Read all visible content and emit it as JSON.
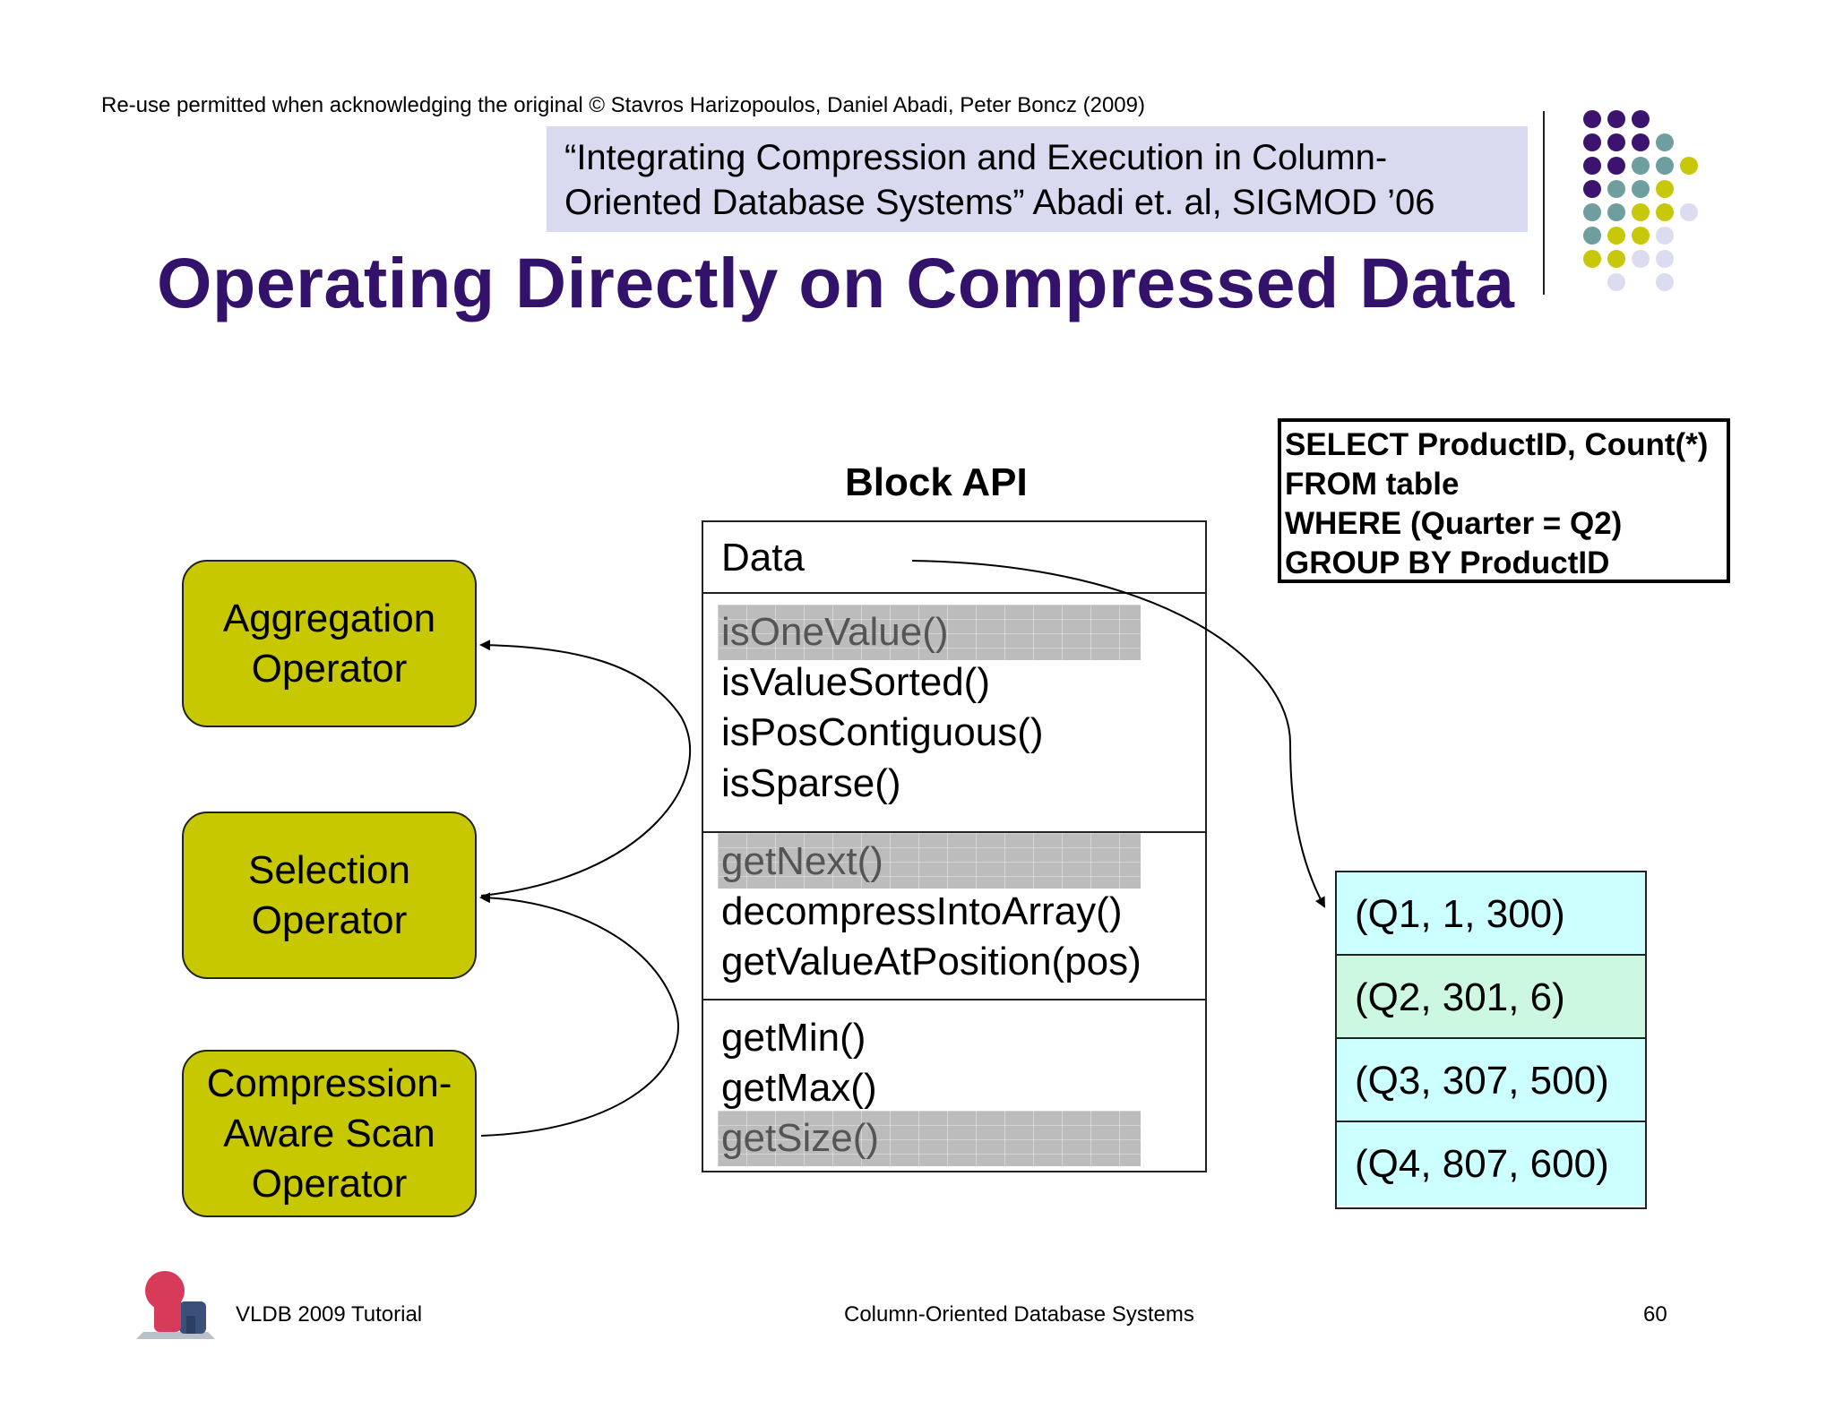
{
  "reuse_notice": "Re-use permitted when acknowledging the original © Stavros Harizopoulos, Daniel Abadi, Peter Boncz (2009)",
  "citation": {
    "line1": "“Integrating Compression and Execution in Column-",
    "line2": "Oriented Database Systems” Abadi et. al,  SIGMOD ’06"
  },
  "title": "Operating Directly on Compressed Data",
  "operators": [
    {
      "lines": [
        "Aggregation",
        "Operator"
      ]
    },
    {
      "lines": [
        "Selection",
        "Operator"
      ]
    },
    {
      "lines": [
        "Compression-",
        "Aware Scan",
        "Operator"
      ]
    }
  ],
  "block_api": {
    "title": "Block API",
    "sections": [
      [
        "Data"
      ],
      [
        "isOneValue()",
        "isValueSorted()",
        "isPosContiguous()",
        "isSparse()"
      ],
      [
        "getNext()",
        "decompressIntoArray()",
        "getValueAtPosition(pos)"
      ],
      [
        "getMin()",
        "getMax()",
        "getSize()"
      ]
    ],
    "highlighted": [
      "isOneValue()",
      "getNext()",
      "getSize()"
    ]
  },
  "sql_query": [
    "SELECT ProductID, Count(*)",
    "FROM table",
    "WHERE (Quarter = Q2)",
    "GROUP BY ProductID"
  ],
  "tuples": [
    "(Q1, 1, 300)",
    "(Q2, 301, 6)",
    "(Q3, 307, 500)",
    "(Q4, 807, 600)"
  ],
  "colors": {
    "title": "#33126b",
    "citation_bg": "#d9d9f0",
    "operator_fill": "#c8c800",
    "tuple_cyan": "#ccffff",
    "tuple_green": "#ccf7e0",
    "highlight_gray": "#bcbcbc",
    "dot_purple": "#3c1470",
    "dot_teal": "#6f9e9e",
    "dot_yellow": "#c8c80a",
    "dot_lavender": "#dcdcf0"
  },
  "footer": {
    "left": "VLDB 2009 Tutorial",
    "center": "Column-Oriented Database Systems",
    "page": "60",
    "logo_icon": "lion-statue-icon"
  }
}
